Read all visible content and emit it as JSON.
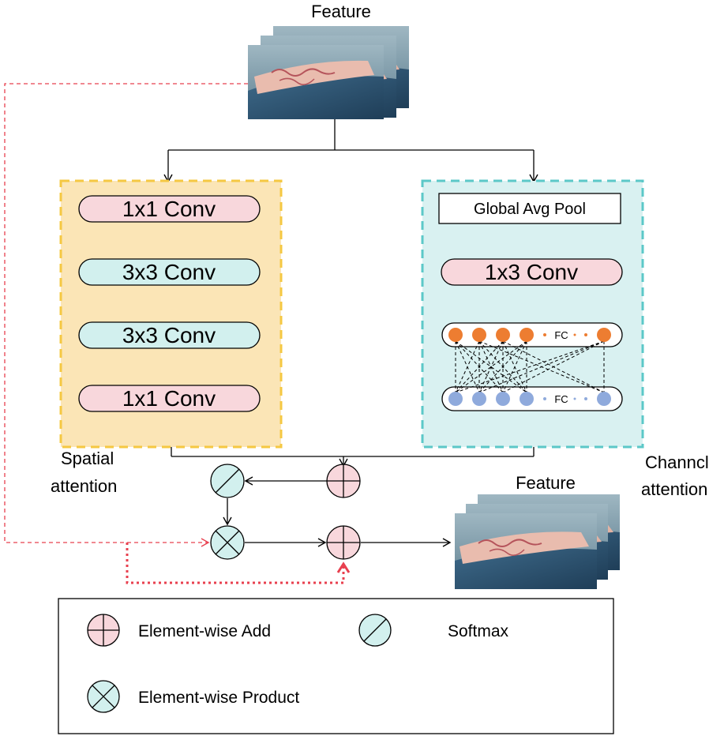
{
  "input_feature": {
    "label": "Feature"
  },
  "output_feature": {
    "label": "Feature"
  },
  "spatial_branch": {
    "label_line1": "Spatial",
    "label_line2": "attention",
    "layers": [
      "1x1 Conv",
      "3x3 Conv",
      "3x3 Conv",
      "1x1 Conv"
    ]
  },
  "channel_branch": {
    "label_line1": "Channcl",
    "label_line2": "attention",
    "pool_label": "Global Avg Pool",
    "conv_label": "1x3 Conv",
    "fc_top_label": "FC",
    "fc_bottom_label": "FC"
  },
  "legend": {
    "add_label": "Element-wise Add",
    "softmax_label": "Softmax",
    "product_label": "Element-wise Product"
  },
  "colors": {
    "spatial_fill": "#fbe5b6",
    "spatial_border": "#f5c842",
    "channel_fill": "#d9f1f1",
    "channel_border": "#5cc8c8",
    "pink_pill": "#f8d7dc",
    "teal_pill": "#d2f0ee",
    "fc_top_node": "#ed7d31",
    "fc_bottom_node": "#8faadc",
    "skip_line": "#e8404f"
  }
}
